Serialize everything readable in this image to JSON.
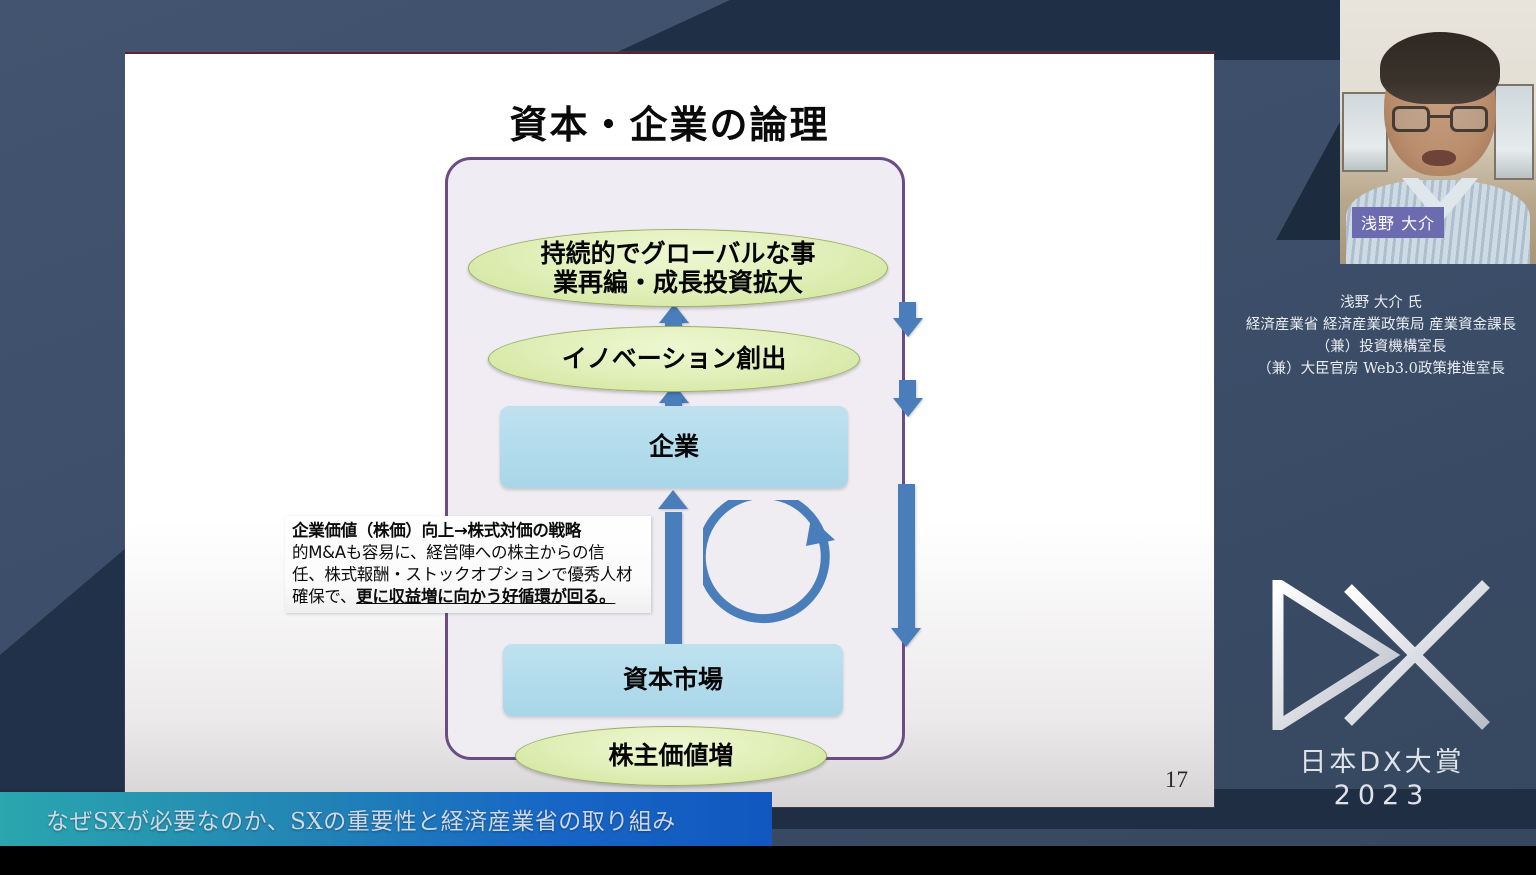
{
  "slide": {
    "title": "資本・企業の論理",
    "page_number": "17",
    "nodes": {
      "global": "持続的でグローバルな事\n業再編・成長投資拡大",
      "global_line1": "持続的でグローバルな事",
      "global_line2": "業再編・成長投資拡大",
      "innovation": "イノベーション創出",
      "company": "企業",
      "capital_market": "資本市場",
      "shareholder_value": "株主価値増"
    },
    "callout": {
      "line1": "企業価値（株価）向上→株式対価の戦略",
      "line2": "的M&Aも容易に、経営陣への株主からの信",
      "line3": "任、株式報酬・ストックオプションで優秀人材",
      "line4_prefix": "確保で、",
      "line4_bold": "更に収益増に向かう好循環が回る。"
    },
    "colors": {
      "frame_border": "#6b4d86",
      "ellipse_fill": "#d9ecae",
      "rect_fill": "#b3dcec",
      "arrow": "#4a7ebb"
    }
  },
  "webcam": {
    "name_badge": "浅野 大介"
  },
  "speaker_info": {
    "line1": "浅野 大介 氏",
    "line2": "経済産業省 経済産業政策局 産業資金課長",
    "line3": "（兼）投資機構室長",
    "line4": "（兼）大臣官房 Web3.0政策推進室長"
  },
  "logo": {
    "name": "日本DX大賞",
    "year": "2023"
  },
  "caption": {
    "text": "なぜSXが必要なのか、SXの重要性と経済産業省の取り組み"
  }
}
